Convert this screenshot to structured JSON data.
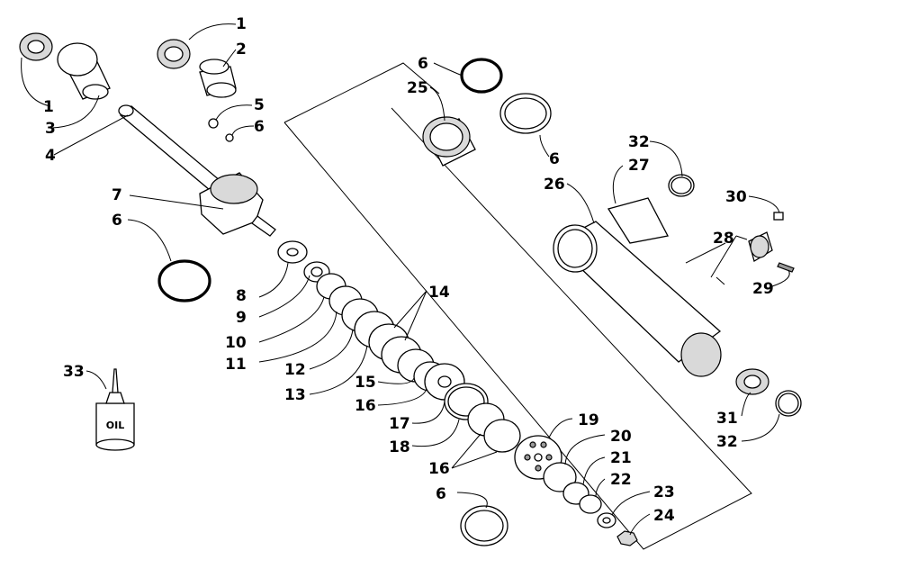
{
  "title": "",
  "bottle_label": "OIL",
  "callouts": [
    "1",
    "2",
    "1",
    "3",
    "4",
    "5",
    "6",
    "7",
    "6",
    "8",
    "9",
    "10",
    "11",
    "12",
    "13",
    "14",
    "15",
    "16",
    "17",
    "18",
    "16",
    "6",
    "19",
    "20",
    "21",
    "22",
    "23",
    "24",
    "6",
    "25",
    "6",
    "32",
    "27",
    "26",
    "30",
    "28",
    "29",
    "31",
    "32",
    "33"
  ]
}
